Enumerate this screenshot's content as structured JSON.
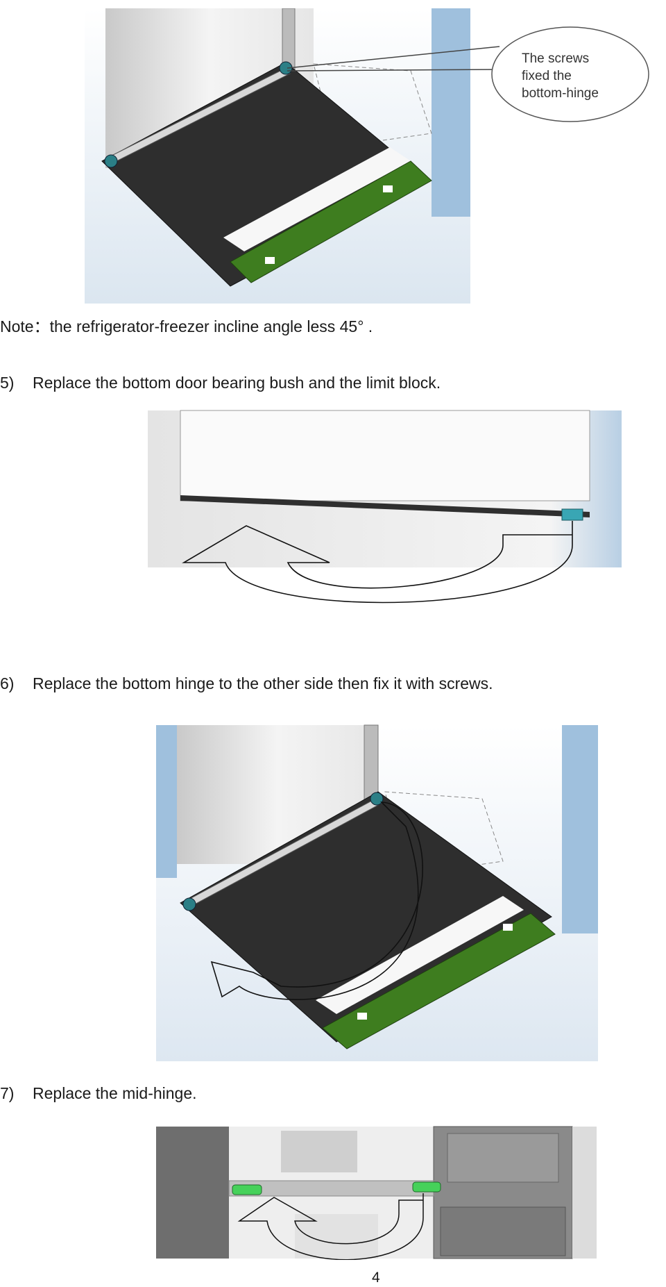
{
  "figure1": {
    "callout_line1": "The screws",
    "callout_line2": "fixed the",
    "callout_line3": "bottom-hinge"
  },
  "note": {
    "label": "Note：",
    "text": "the refrigerator-freezer incline angle less 45°  ."
  },
  "steps": [
    {
      "number": "5)",
      "text": "Replace the bottom door bearing bush and the limit block."
    },
    {
      "number": "6)",
      "text": "Replace the bottom hinge to the other side then fix it with screws."
    },
    {
      "number": "7)",
      "text": "Replace the mid-hinge."
    }
  ],
  "page_number": "4",
  "colors": {
    "door_dark": "#2f2f2f",
    "hinge_green": "#3e7d1f",
    "sky_blue": "#8fb3d4",
    "fridge_white": "#f2f2f2"
  }
}
